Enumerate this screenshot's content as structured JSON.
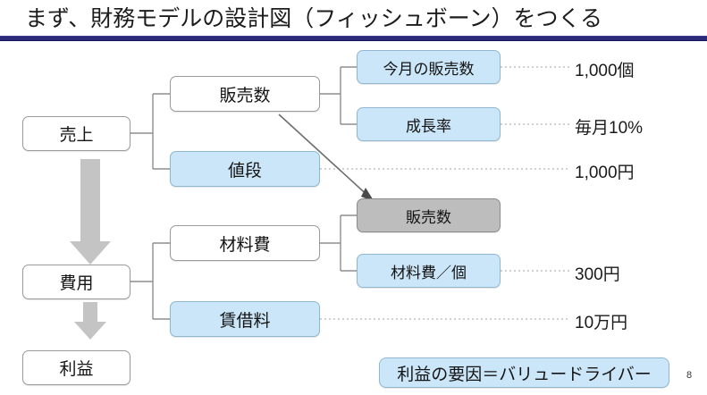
{
  "slide": {
    "title": "まず、財務モデルの設計図（フィッシュボーン）をつくる",
    "page_number": "8",
    "accent_rule_color": "#2b2b7a",
    "box_blue": "#cbe6f8",
    "box_gray": "#bdbdbd",
    "box_white": "#ffffff"
  },
  "revenue_branch": {
    "root": "売上",
    "drivers": [
      {
        "label": "販売数",
        "style": "white"
      },
      {
        "label": "値段",
        "style": "blue",
        "value": "1,000円"
      }
    ],
    "sub_drivers": [
      {
        "label": "今月の販売数",
        "style": "blue",
        "value": "1,000個"
      },
      {
        "label": "成長率",
        "style": "blue",
        "value": "毎月10%"
      }
    ]
  },
  "cost_branch": {
    "root": "費用",
    "drivers": [
      {
        "label": "材料費",
        "style": "white"
      },
      {
        "label": "賃借料",
        "style": "blue",
        "value": "10万円"
      }
    ],
    "sub_drivers": [
      {
        "label": "販売数",
        "style": "gray"
      },
      {
        "label": "材料費／個",
        "style": "blue",
        "value": "300円"
      }
    ]
  },
  "profit": {
    "label": "利益"
  },
  "legend": {
    "text": "利益の要因＝バリュードライバー"
  }
}
